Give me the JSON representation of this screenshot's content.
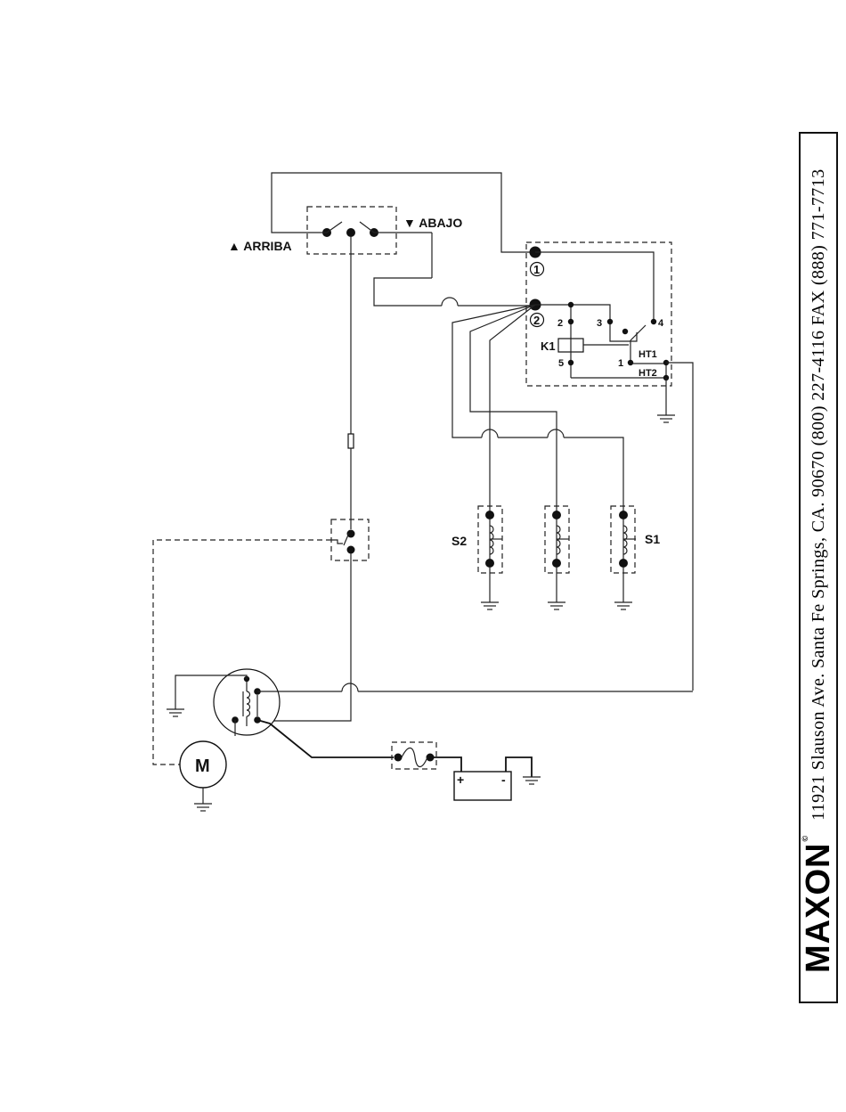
{
  "switch": {
    "up_label": "▲ ARRIBA",
    "down_label": "▼ ABAJO"
  },
  "control_box": {
    "terminal_1": "1",
    "terminal_2": "2",
    "relay_label": "K1",
    "relay_pin_1": "1",
    "relay_pin_2": "2",
    "relay_pin_3": "3",
    "relay_pin_4": "4",
    "relay_pin_5": "5",
    "ht1_label": "HT1",
    "ht2_label": "HT2"
  },
  "solenoids": {
    "left_label": "S2",
    "right_label": "S1"
  },
  "motor": {
    "label": "M"
  },
  "battery": {
    "plus": "+",
    "minus": "-"
  },
  "footer": {
    "brand": "MAXON",
    "brand_mark": "©",
    "address": "11921 Slauson Ave.   Santa Fe Springs, CA.   90670   (800) 227-4116   FAX (888) 771-7713"
  }
}
